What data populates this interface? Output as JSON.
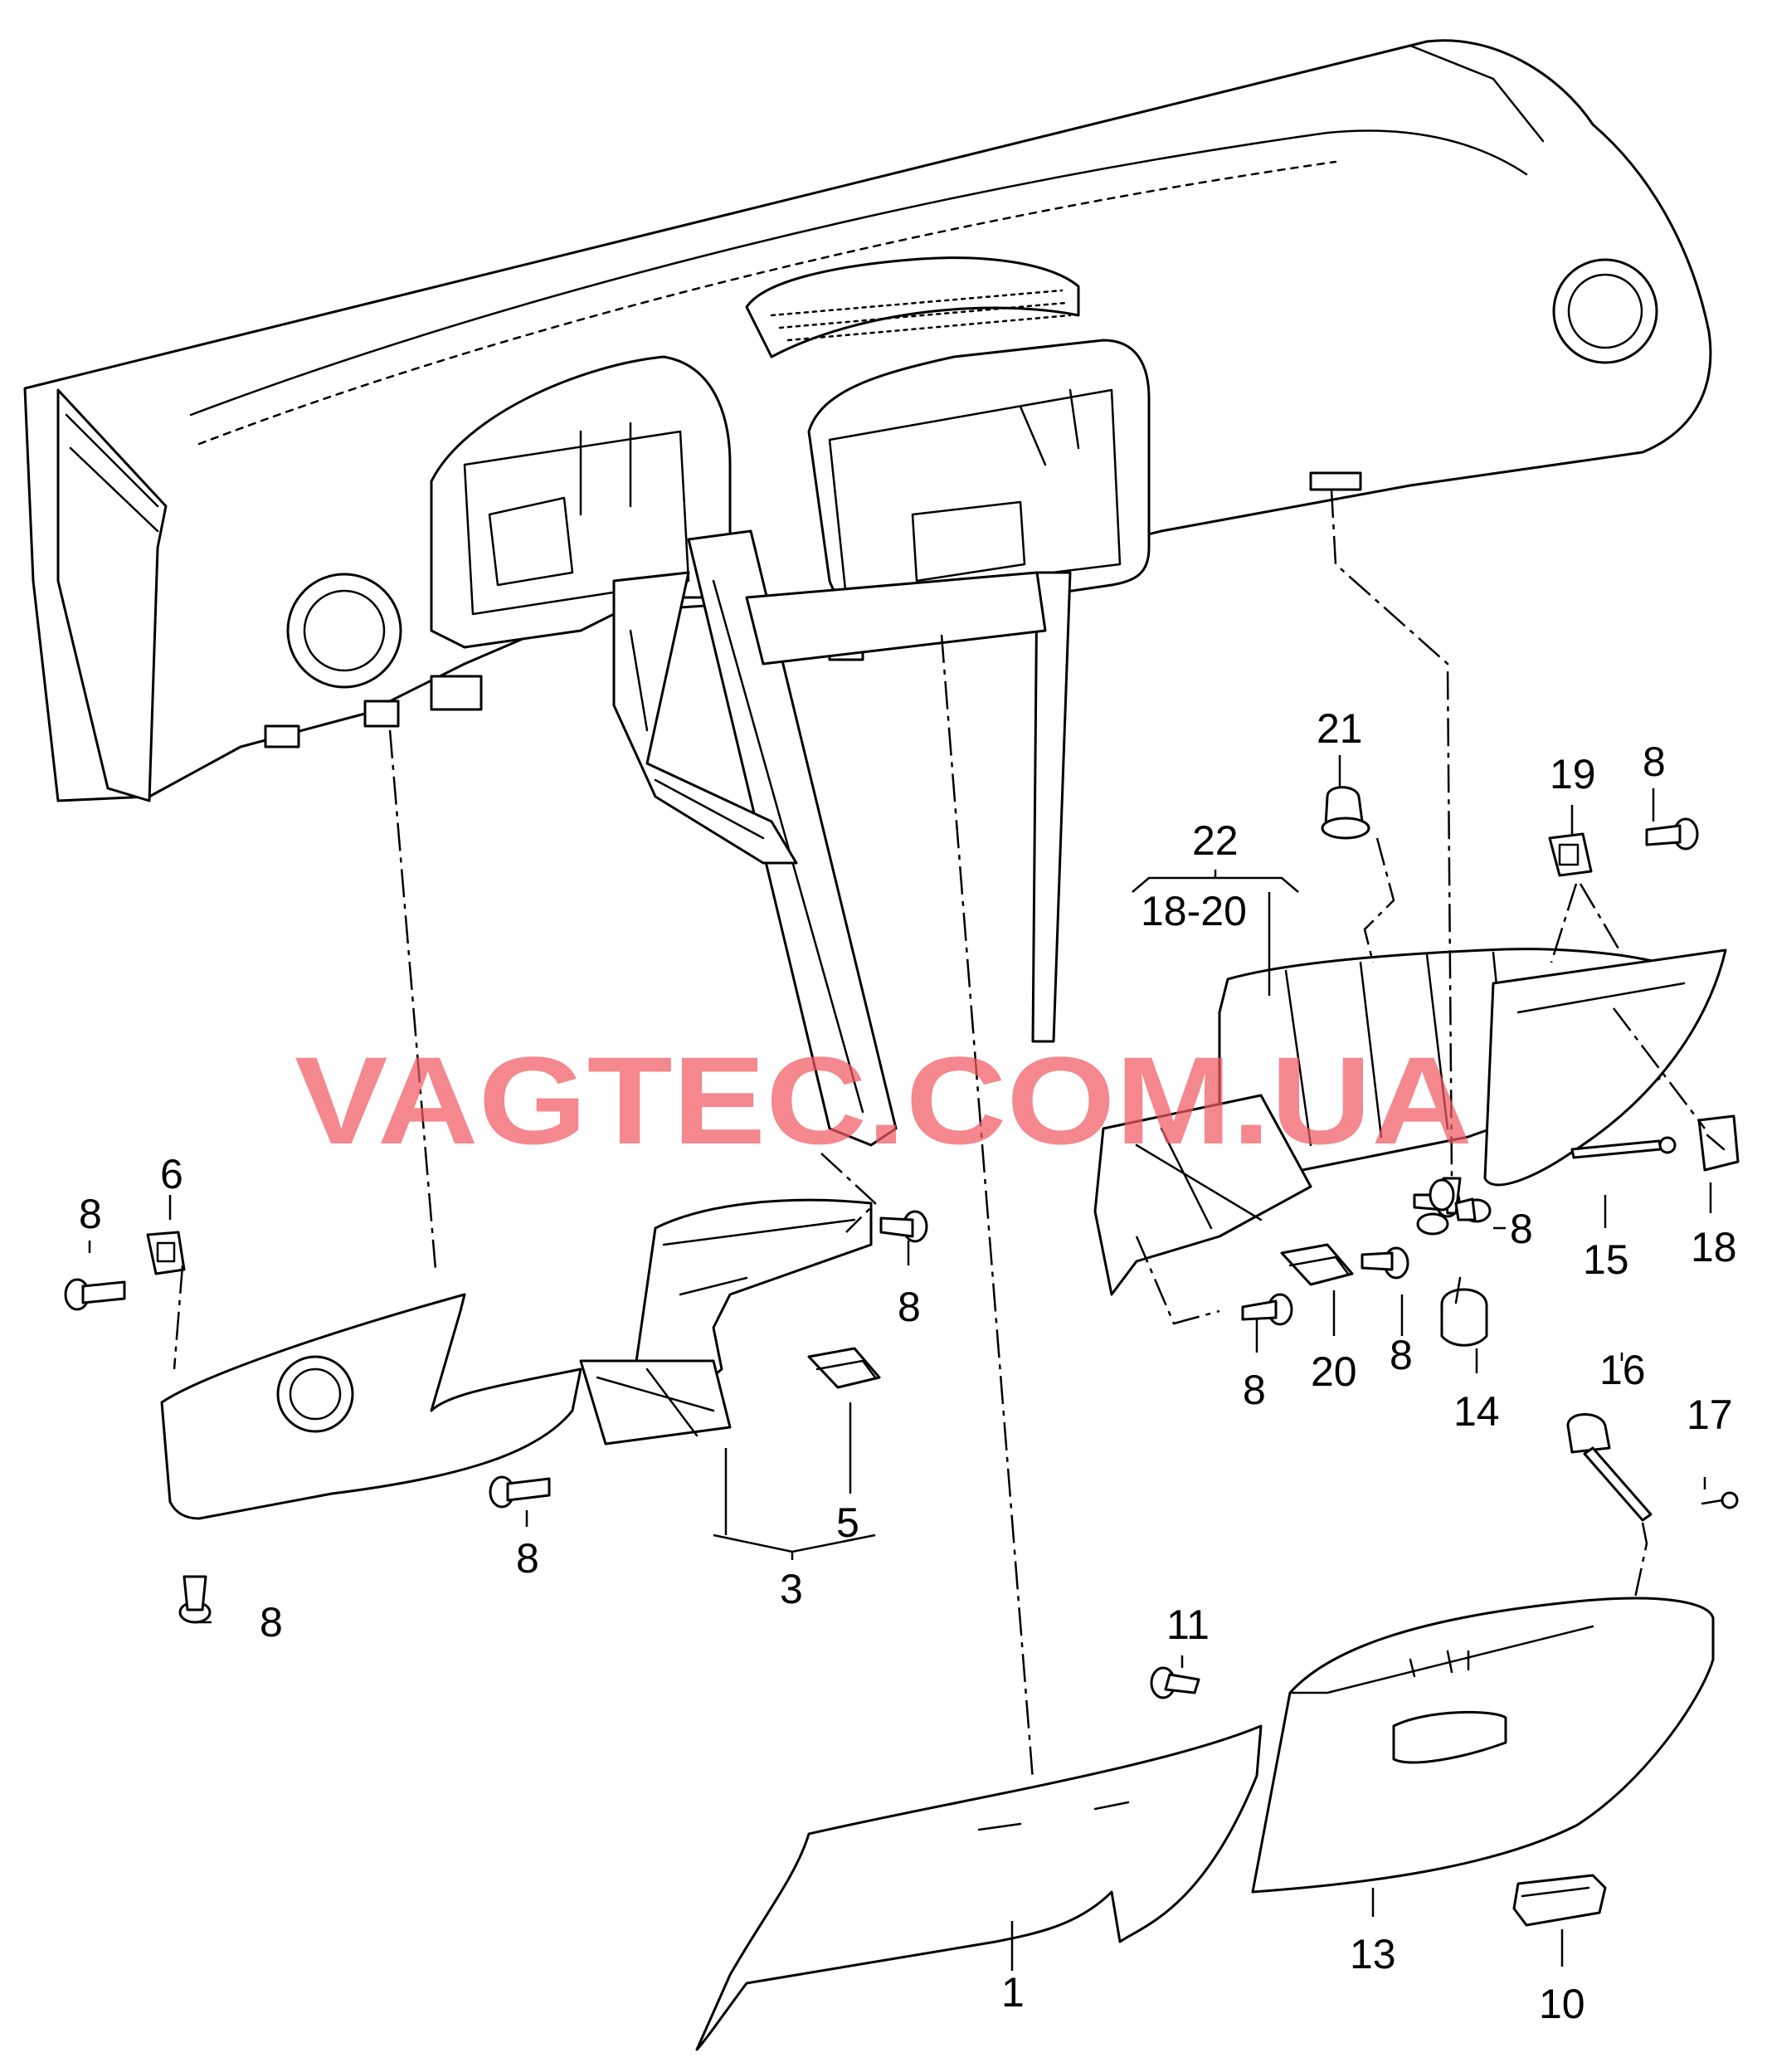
{
  "watermark": "VAGTEC.COM.UA",
  "callouts": {
    "c1": "1",
    "c3": "3",
    "c5": "5",
    "c6": "6",
    "c8": "8",
    "c10": "10",
    "c11": "11",
    "c13": "13",
    "c14": "14",
    "c15": "15",
    "c16": "16",
    "c17": "17",
    "c18": "18",
    "c19": "19",
    "c20": "20",
    "c21": "21",
    "c22": "22",
    "c18_20": "18-20"
  },
  "colors": {
    "line": "#000000",
    "background": "#ffffff",
    "watermark": "#f05a62"
  }
}
